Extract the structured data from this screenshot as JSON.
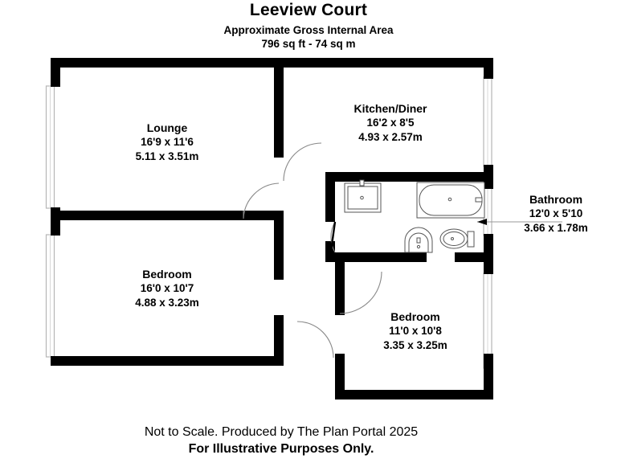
{
  "header": {
    "title": "Leeview Court",
    "area_label": "Approximate Gross Internal Area",
    "area_value": "796 sq ft - 74 sq m"
  },
  "footer": {
    "line1": "Not to Scale. Produced by The Plan Portal 2025",
    "line2": "For Illustrative Purposes Only."
  },
  "rooms": [
    {
      "key": "lounge",
      "name": "Lounge",
      "imperial": "16'9 x 11'6",
      "metric": "5.11 x 3.51m"
    },
    {
      "key": "kitchen_diner",
      "name": "Kitchen/Diner",
      "imperial": "16'2 x 8'5",
      "metric": "4.93 x 2.57m"
    },
    {
      "key": "bedroom_main",
      "name": "Bedroom",
      "imperial": "16'0 x 10'7",
      "metric": "4.88 x 3.23m"
    },
    {
      "key": "bedroom_second",
      "name": "Bedroom",
      "imperial": "11'0 x 10'8",
      "metric": "3.35 x 3.25m"
    },
    {
      "key": "bathroom",
      "name": "Bathroom",
      "imperial": "12'0 x 5'10",
      "metric": "3.66 x 1.78m"
    }
  ],
  "fixtures": [
    {
      "key": "sink",
      "name": "kitchen-sink"
    },
    {
      "key": "bathtub",
      "name": "bathtub"
    },
    {
      "key": "wash_basin",
      "name": "wash-basin"
    },
    {
      "key": "toilet",
      "name": "toilet"
    }
  ],
  "colors": {
    "wall": "#000000",
    "background": "#ffffff",
    "window_outline": "#b6b6b6",
    "fixture_outline": "#555555",
    "door_arc": "#777777",
    "text": "#000000"
  }
}
